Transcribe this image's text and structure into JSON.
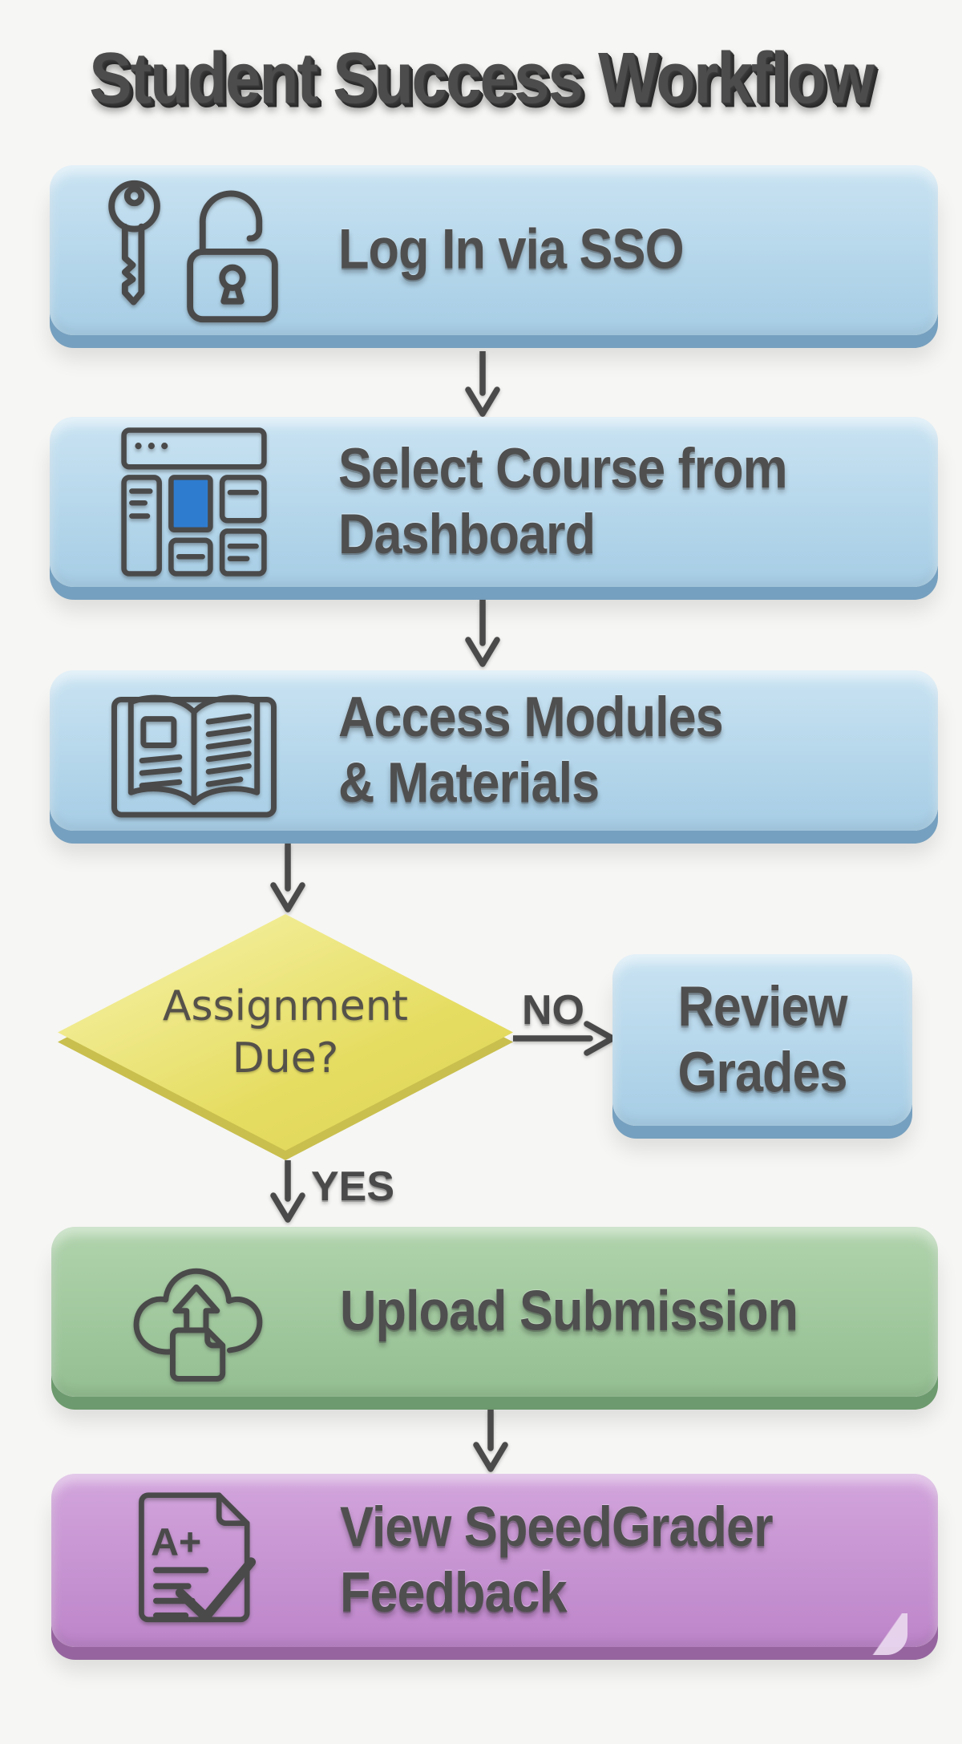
{
  "title": "Student Success Workflow",
  "colors": {
    "background": "#f6f6f4",
    "box_blue_top": "#c9e3f2",
    "box_blue_bottom": "#a6cde5",
    "box_blue_edge": "#76a0bf",
    "box_green_top": "#b0d3ac",
    "box_green_bottom": "#94bf92",
    "box_green_edge": "#6d9a6e",
    "box_purple_top": "#d2a5dc",
    "box_purple_bottom": "#bd85c9",
    "box_purple_edge": "#96659f",
    "diamond_yellow_top": "#f5f0a2",
    "diamond_yellow_bottom": "#e5dd62",
    "diamond_yellow_edge": "#c9bf4e",
    "stroke": "#4a4a4a",
    "text": "#4f4f4f",
    "dashboard_tile_blue": "#2e7cd0"
  },
  "nodes": {
    "login": {
      "lines": [
        "Log In via SSO"
      ],
      "icon": "key-unlock-icon"
    },
    "select_course": {
      "lines": [
        "Select Course from",
        "Dashboard"
      ],
      "icon": "dashboard-icon"
    },
    "access_modules": {
      "lines": [
        "Access Modules",
        "& Materials"
      ],
      "icon": "open-book-icon"
    },
    "assignment_due": {
      "lines": [
        "Assignment",
        "Due?"
      ]
    },
    "review_grades": {
      "lines": [
        "Review",
        "Grades"
      ]
    },
    "upload_submission": {
      "lines": [
        "Upload Submission"
      ],
      "icon": "cloud-upload-icon"
    },
    "view_feedback": {
      "lines": [
        "View SpeedGrader",
        "Feedback"
      ],
      "icon": "graded-feedback-icon",
      "icon_text": "A+"
    }
  },
  "edges": {
    "no_label": "NO",
    "yes_label": "YES"
  }
}
